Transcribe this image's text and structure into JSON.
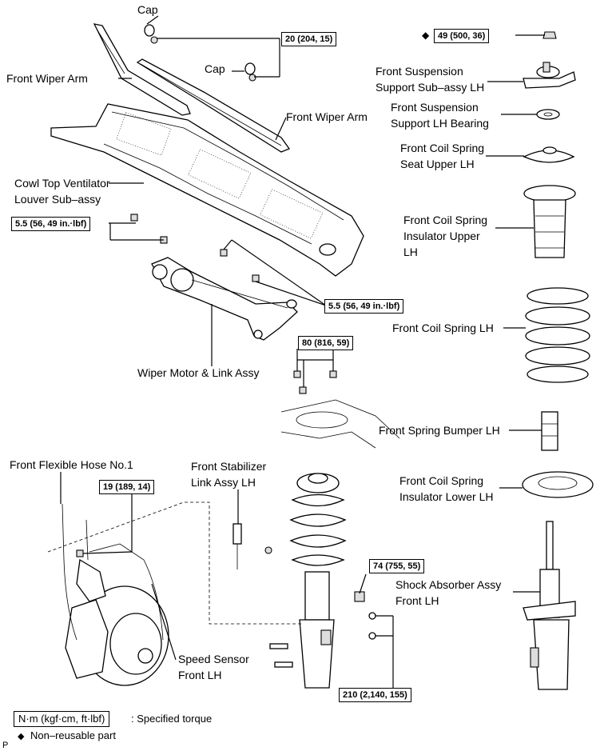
{
  "labels": {
    "cap_top": "Cap",
    "cap_mid": "Cap",
    "front_wiper_arm_left": "Front Wiper Arm",
    "front_wiper_arm_right": "Front Wiper Arm",
    "cowl_line1": "Cowl Top Ventilator",
    "cowl_line2": "Louver Sub–assy",
    "wiper_motor": "Wiper Motor & Link Assy",
    "front_flexible_hose": "Front Flexible Hose No.1",
    "stabilizer_line1": "Front Stabilizer",
    "stabilizer_line2": "Link Assy LH",
    "speed_sensor_line1": "Speed Sensor",
    "speed_sensor_line2": "Front LH",
    "susp_support_line1": "Front Suspension",
    "susp_support_line2": "Support Sub–assy LH",
    "susp_bearing_line1": "Front Suspension",
    "susp_bearing_line2": "Support LH Bearing",
    "spring_seat_line1": "Front Coil Spring",
    "spring_seat_line2": "Seat Upper LH",
    "insulator_upper_line1": "Front Coil Spring",
    "insulator_upper_line2": "Insulator Upper",
    "insulator_upper_line3": "LH",
    "coil_spring": "Front Coil Spring LH",
    "spring_bumper": "Front Spring Bumper LH",
    "insulator_lower_line1": "Front Coil Spring",
    "insulator_lower_line2": "Insulator Lower LH",
    "shock_line1": "Shock Absorber Assy",
    "shock_line2": "Front LH"
  },
  "torques": {
    "t20": "20 (204, 15)",
    "t49": "49 (500, 36)",
    "t55a": "5.5 (56, 49 in.·lbf)",
    "t55b": "5.5 (56, 49 in.·lbf)",
    "t80": "80 (816, 59)",
    "t19": "19 (189, 14)",
    "t74": "74 (755, 55)",
    "t210": "210 (2,140, 155)"
  },
  "legend": {
    "unit_box": "N·m (kgf·cm, ft·lbf)",
    "unit_desc": ": Specified torque",
    "non_reusable_symbol": "◆",
    "non_reusable": "Non–reusable part",
    "corner": "P"
  },
  "icons": {
    "non_reusable_marker": "diamond-icon"
  }
}
